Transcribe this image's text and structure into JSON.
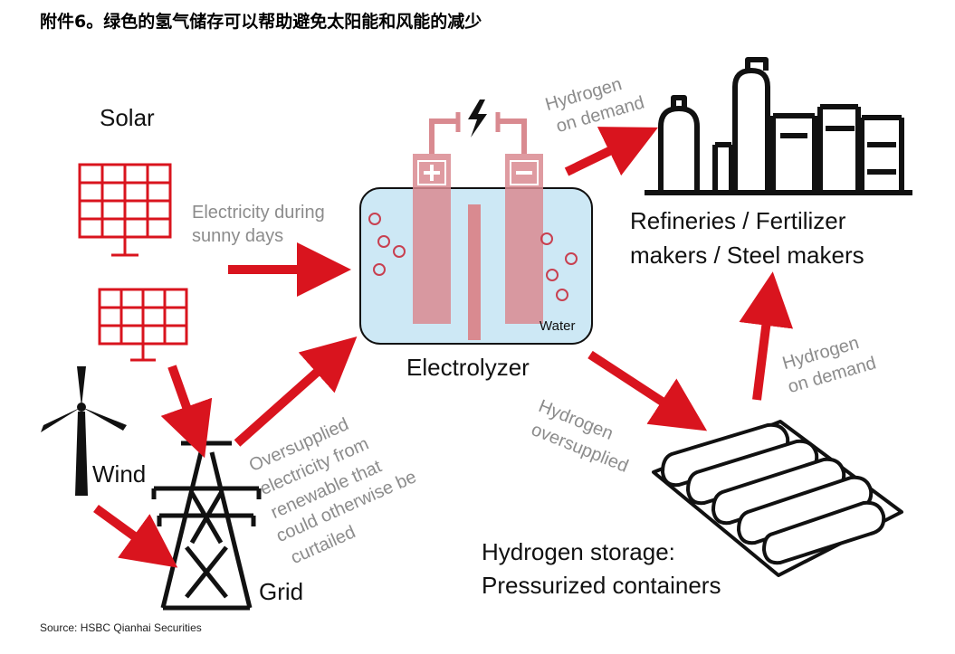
{
  "title": "附件6。绿色的氢气储存可以帮助避免太阳能和风能的减少",
  "labels": {
    "solar": "Solar",
    "wind": "Wind",
    "grid": "Grid",
    "electrolyzer": "Electrolyzer",
    "water": "Water",
    "refineries_line1": "Refineries / Fertilizer",
    "refineries_line2": "makers / Steel makers",
    "storage_line1": "Hydrogen storage:",
    "storage_line2": "Pressurized containers"
  },
  "flows": {
    "electricity_sunny_line1": "Electricity during",
    "electricity_sunny_line2": "sunny days",
    "oversupplied_line1": "Oversupplied",
    "oversupplied_line2": "electricity from",
    "oversupplied_line3": "renewable that",
    "oversupplied_line4": "could otherwise be",
    "oversupplied_line5": "curtailed",
    "h2_demand_top_line1": "Hydrogen",
    "h2_demand_top_line2": "on demand",
    "h2_demand_right_line1": "Hydrogen",
    "h2_demand_right_line2": "on demand",
    "h2_oversupplied_line1": "Hydrogen",
    "h2_oversupplied_line2": "oversupplied"
  },
  "source": "Source: HSBC Qianhai Securities",
  "colors": {
    "accent_red": "#d9141e",
    "electrode_pink": "#d98a90",
    "water_blue": "#cde8f5",
    "label_grey": "#8c8c8c"
  },
  "icons": [
    "solar-panel-icon",
    "wind-turbine-icon",
    "power-tower-icon",
    "lightning-icon",
    "factory-icon",
    "gas-cylinders-icon"
  ]
}
